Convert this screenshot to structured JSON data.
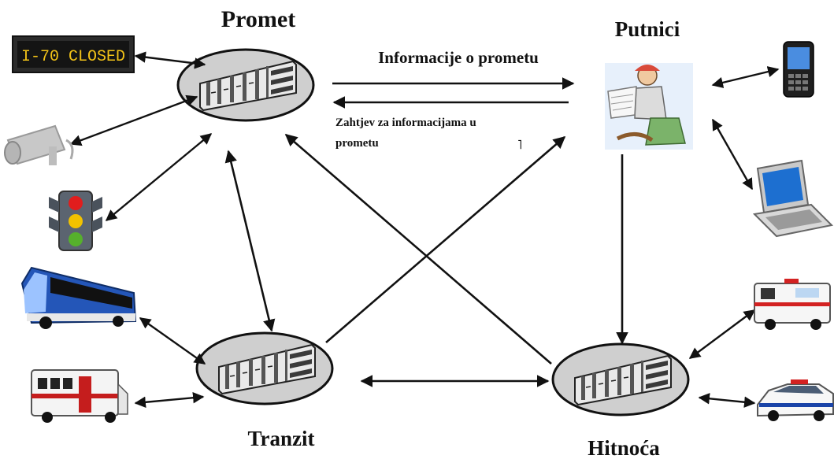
{
  "nodes": {
    "promet": "Promet",
    "putnici": "Putnici",
    "tranzit": "Tranzit",
    "hitnoca": "Hitnoća"
  },
  "labels": {
    "info": "Informacije o prometu",
    "request_line1": "Zahtjev za informacijama u",
    "request_line2": "prometu",
    "stray_mark": "˥"
  },
  "devices": {
    "sign_text": "I-70 CLOSED",
    "icons": [
      "message-sign",
      "traffic-camera",
      "traffic-light",
      "city-bus",
      "transit-van",
      "mobile-phone",
      "laptop",
      "ambulance",
      "police-car",
      "traveler-reading-map"
    ]
  },
  "colors": {
    "hub_fill": "#cfcfcf",
    "sign_text": "#f3c318",
    "bus_blue": "#2456b8",
    "arrow": "#111111"
  }
}
